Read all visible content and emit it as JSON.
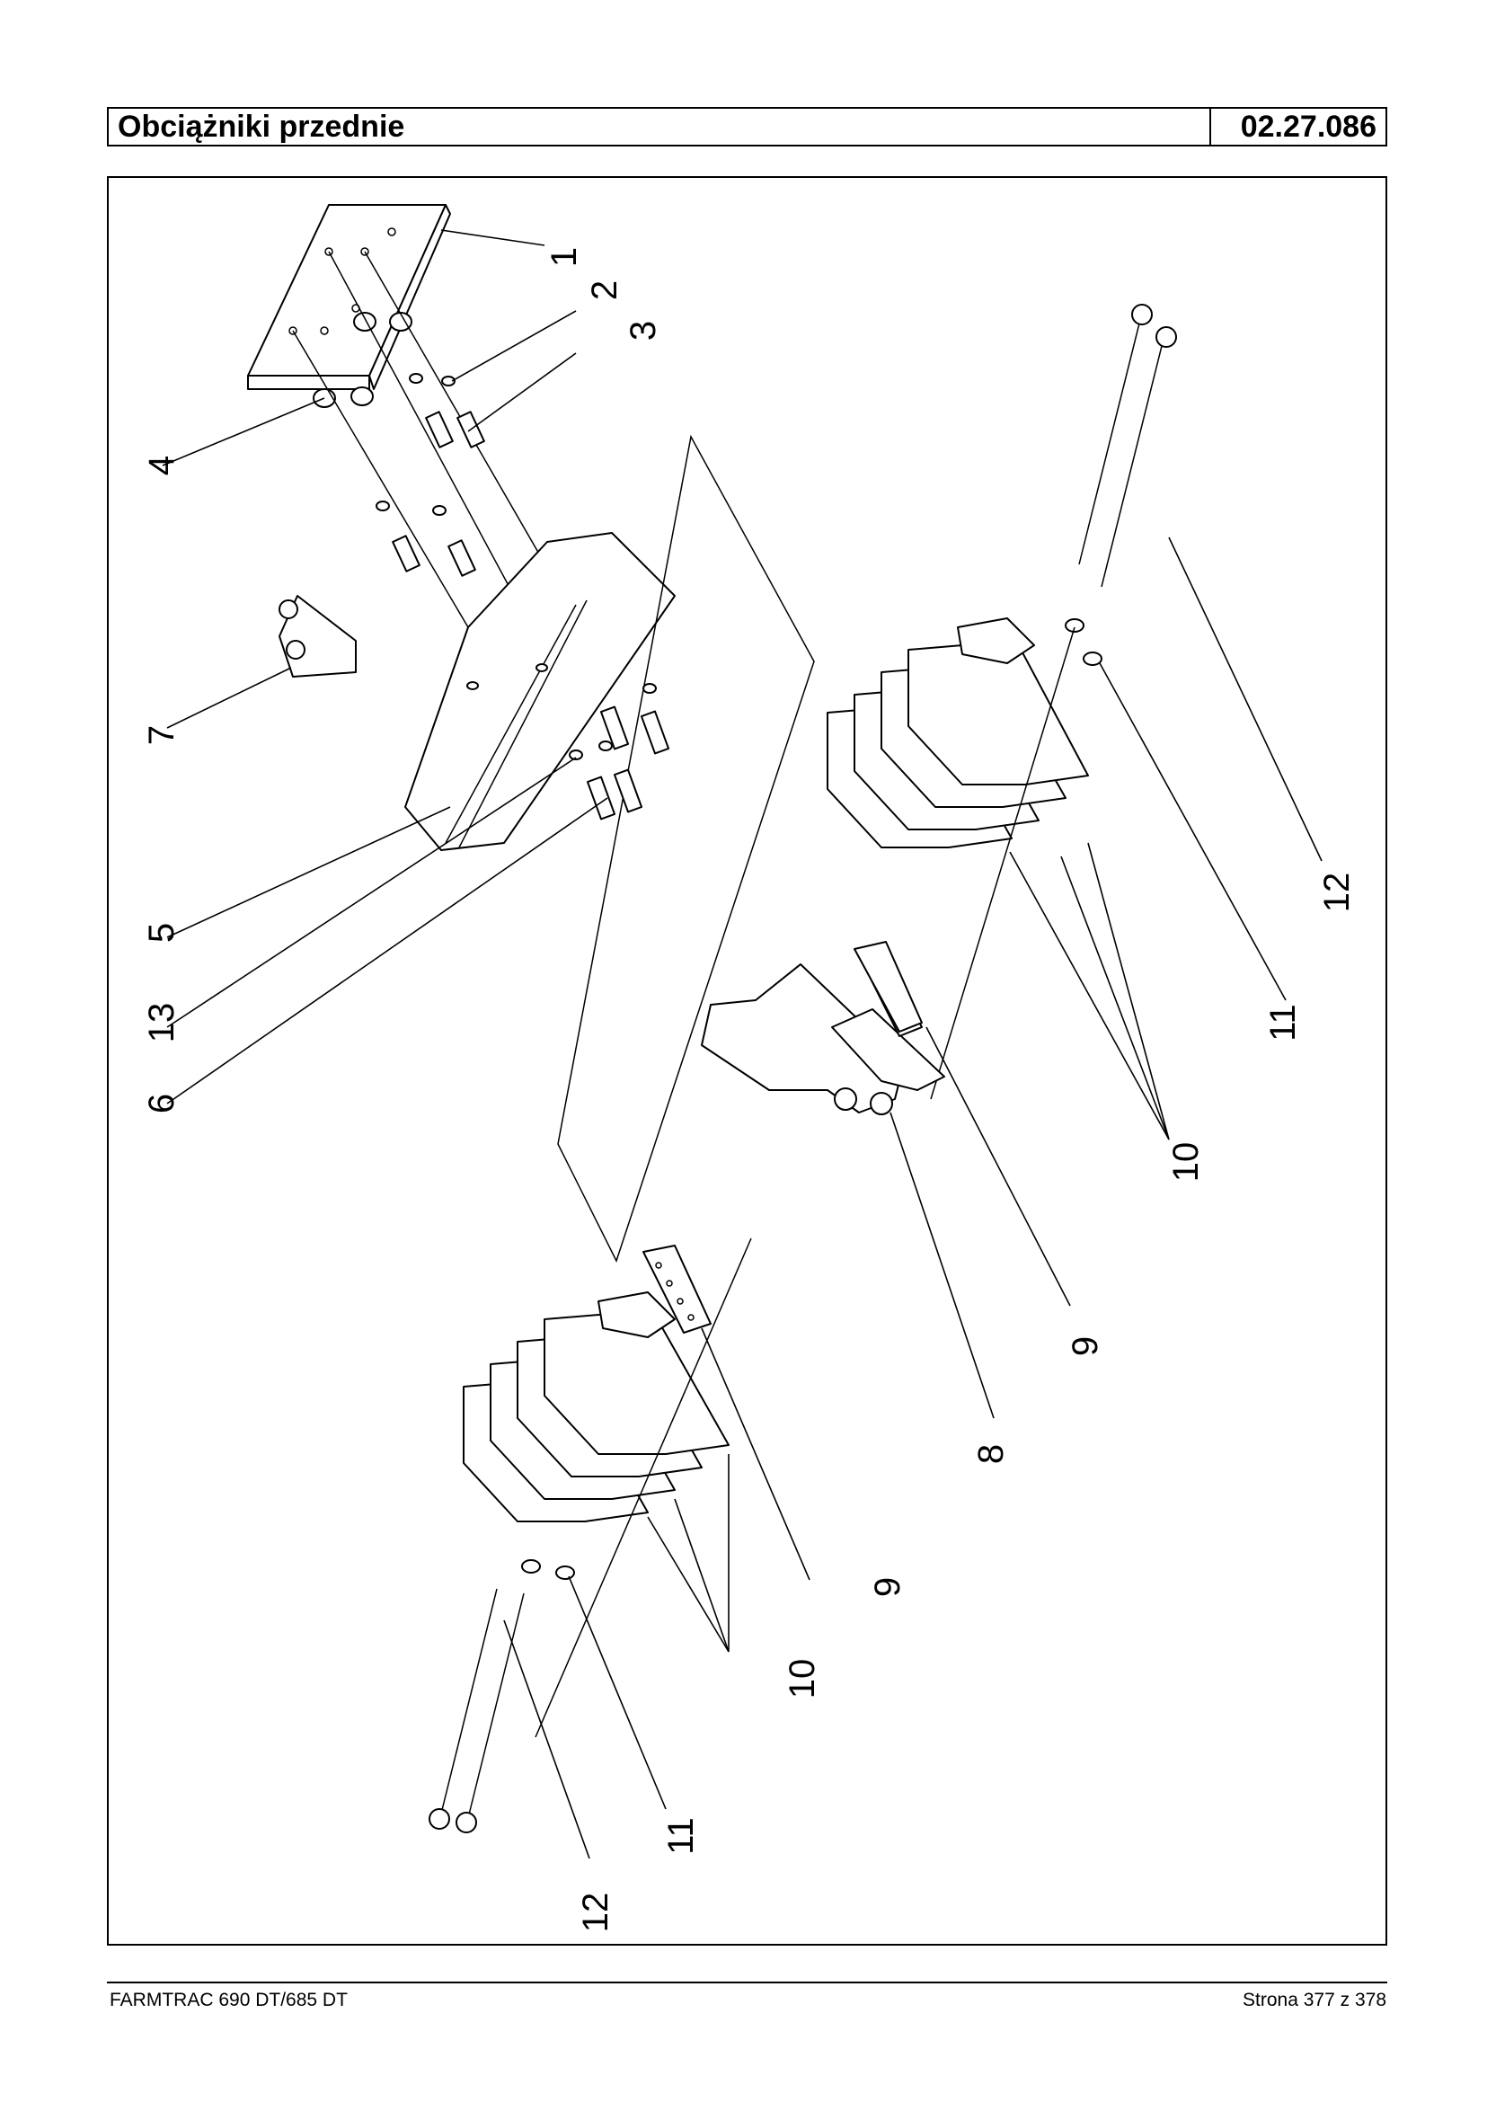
{
  "header": {
    "title": "Obciążniki przednie",
    "code": "02.27.086"
  },
  "diagram": {
    "callouts": [
      {
        "label": "1"
      },
      {
        "label": "2"
      },
      {
        "label": "3"
      },
      {
        "label": "4"
      },
      {
        "label": "7"
      },
      {
        "label": "5"
      },
      {
        "label": "13"
      },
      {
        "label": "6"
      },
      {
        "label": "12"
      },
      {
        "label": "11"
      },
      {
        "label": "10"
      },
      {
        "label": "9"
      },
      {
        "label": "8"
      },
      {
        "label": "9"
      },
      {
        "label": "10"
      },
      {
        "label": "11"
      },
      {
        "label": "12"
      }
    ]
  },
  "footer": {
    "model": "FARMTRAC 690 DT/685 DT",
    "page": "Strona 377 z 378"
  }
}
